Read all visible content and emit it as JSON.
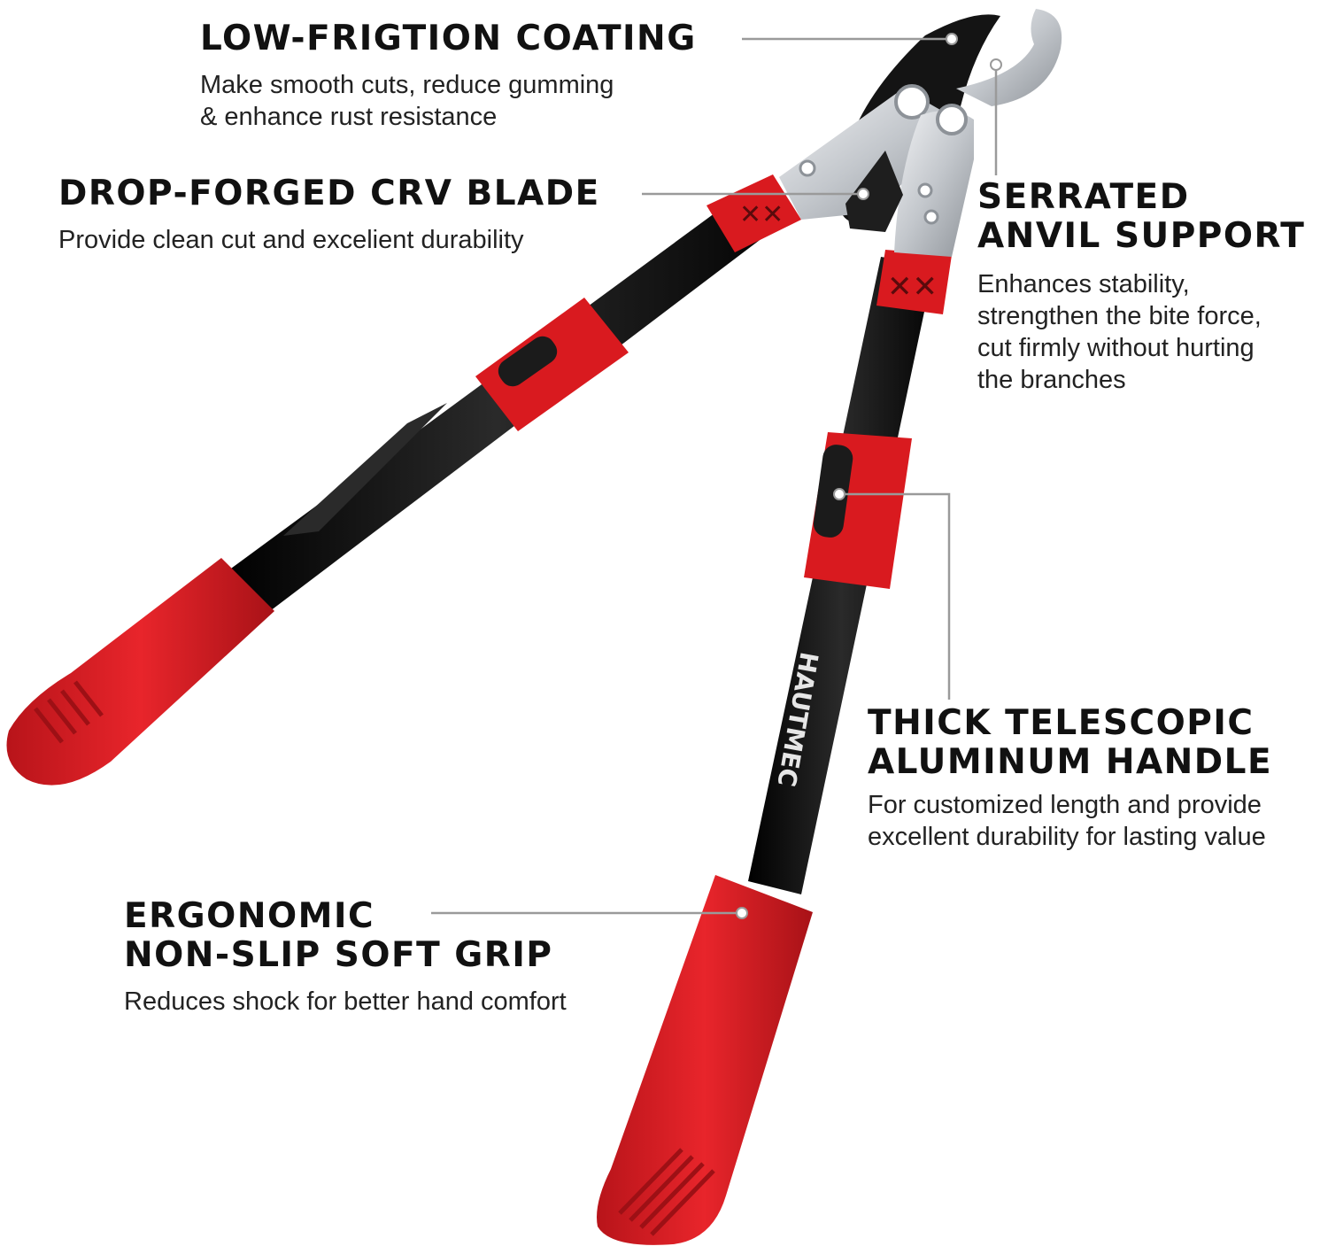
{
  "callouts": {
    "low_friction": {
      "title": "LOW-FRIGTION COATING",
      "desc_lines": [
        "Make smooth cuts, reduce gumming",
        "& enhance rust resistance"
      ]
    },
    "drop_forged": {
      "title": "DROP-FORGED CRV BLADE",
      "desc_lines": [
        "Provide clean cut and excelient durability"
      ]
    },
    "serrated": {
      "title_lines": [
        "SERRATED",
        "ANVIL SUPPORT"
      ],
      "desc_lines": [
        "Enhances stability,",
        "strengthen the bite force,",
        "cut firmly without hurting",
        "the branches"
      ]
    },
    "telescopic": {
      "title_lines": [
        "THICK TELESCOPIC",
        "ALUMINUM HANDLE"
      ],
      "desc_lines": [
        "For customized length and provide",
        "excellent durability for lasting value"
      ]
    },
    "ergonomic": {
      "title_lines": [
        "ERGONOMIC",
        "NON-SLIP SOFT GRIP"
      ],
      "desc_lines": [
        "Reduces shock for better hand comfort"
      ]
    }
  },
  "product": {
    "brand": "HAUTMEC"
  },
  "colors": {
    "grip_red": "#d91a1f",
    "handle_black": "#111111",
    "blade_silver": "#c9ccd0",
    "leader_line": "#9a9a9a"
  }
}
